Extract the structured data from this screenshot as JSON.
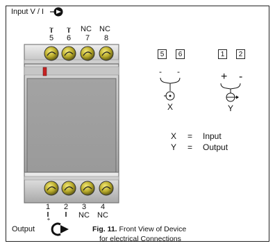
{
  "header": {
    "label": "Input V / I"
  },
  "top_terminals": [
    {
      "sym": "~",
      "num": "5"
    },
    {
      "sym": "~",
      "num": "6"
    },
    {
      "sym": "NC",
      "num": "7"
    },
    {
      "sym": "NC",
      "num": "8"
    }
  ],
  "bottom_terminals": [
    {
      "num": "1",
      "sym": "+"
    },
    {
      "num": "2",
      "sym": ""
    },
    {
      "num": "3",
      "sym": "NC"
    },
    {
      "num": "4",
      "sym": "NC"
    }
  ],
  "schematic": {
    "x_boxes": [
      "5",
      "6"
    ],
    "y_boxes": [
      "1",
      "2"
    ],
    "x_signs": [
      "-",
      "-"
    ],
    "y_signs": [
      "+",
      "-"
    ],
    "x_label": "X",
    "y_label": "Y"
  },
  "legend": [
    {
      "key": "X",
      "eq": "=",
      "value": "Input"
    },
    {
      "key": "Y",
      "eq": "=",
      "value": "Output"
    }
  ],
  "output_label": "Output",
  "caption": {
    "bold": "Fig. 11.",
    "line1": "Front View of Device",
    "line2": "for electrical Connections"
  }
}
